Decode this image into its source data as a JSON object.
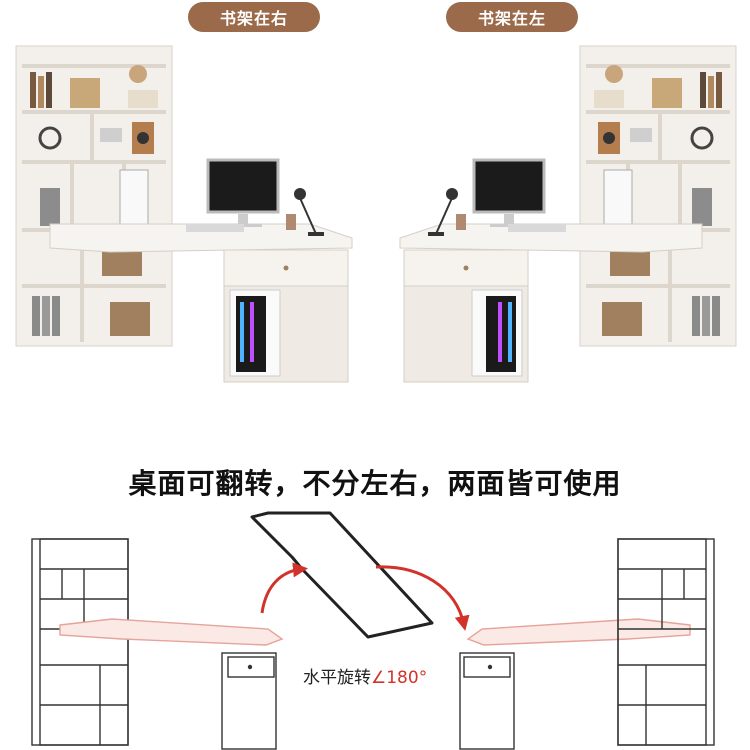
{
  "badges": {
    "left": "书架在右",
    "right": "书架在左"
  },
  "headline": "桌面可翻转，不分左右，两面皆可使用",
  "rotation": {
    "label": "水平旋转",
    "angle": "∠180°"
  },
  "colors": {
    "badge_bg": "#9a6a4a",
    "arrow": "#d2322a",
    "desktop_outline": "#e6a39a",
    "furniture_white": "#f4f1ec",
    "line": "#333333"
  }
}
